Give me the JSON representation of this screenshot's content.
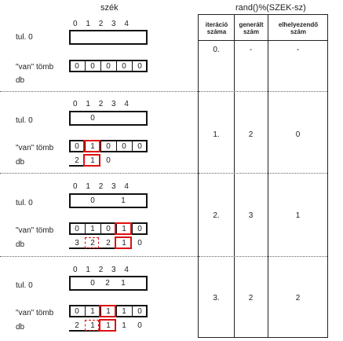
{
  "header": {
    "left_title": "szék",
    "right_title": "rand()%(SZEK-sz)"
  },
  "index_labels": [
    "0",
    "1",
    "2",
    "3",
    "4"
  ],
  "row_labels": {
    "tul": "tul. 0",
    "van": "\"van\" tömb",
    "db": "db"
  },
  "table": {
    "headers": [
      "iteráció száma",
      "generált szám",
      "elhelyezendő szám"
    ],
    "rows": [
      {
        "iteration": "0.",
        "generated": "-",
        "placed": "-"
      },
      {
        "iteration": "1.",
        "generated": "2",
        "placed": "0"
      },
      {
        "iteration": "2.",
        "generated": "3",
        "placed": "1"
      },
      {
        "iteration": "3.",
        "generated": "2",
        "placed": "2"
      }
    ]
  },
  "sections": [
    {
      "tul_values": [],
      "van_values": [
        "0",
        "0",
        "0",
        "0",
        "0"
      ],
      "db_values": []
    },
    {
      "tul_values": [
        "0"
      ],
      "van_values": [
        "0",
        "1",
        "0",
        "0",
        "0"
      ],
      "db_values": [
        "2",
        "1",
        "0"
      ]
    },
    {
      "tul_values": [
        "0",
        "1"
      ],
      "van_values": [
        "0",
        "1",
        "0",
        "1",
        "0"
      ],
      "db_values": [
        "3",
        "2",
        "2",
        "1",
        "0"
      ]
    },
    {
      "tul_values": [
        "0",
        "2",
        "1"
      ],
      "van_values": [
        "0",
        "1",
        "1",
        "1",
        "0"
      ],
      "db_values": [
        "2",
        "1",
        "1",
        "1",
        "0"
      ]
    }
  ]
}
